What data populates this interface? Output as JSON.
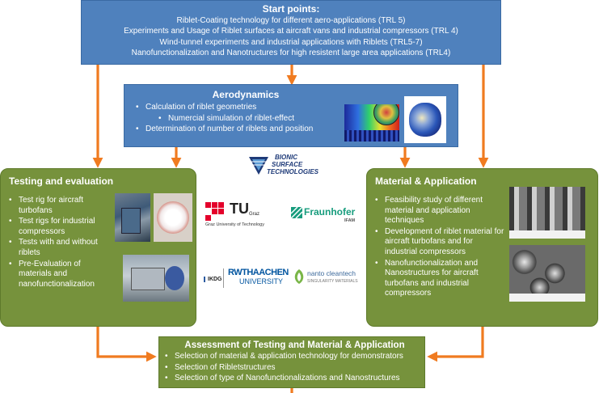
{
  "start": {
    "title": "Start points:",
    "lines": [
      "Riblet-Coating technology for different aero-applications (TRL 5)",
      "Experiments and Usage of Riblet surfaces at aircraft vans and industrial compressors (TRL 4)",
      "Wind-tunnel experiments and industrial applications with Riblets (TRL5-7)",
      "Nanofunctionalization and Nanotructures for high resistent large area applications (TRL4)"
    ]
  },
  "aero": {
    "title": "Aerodynamics",
    "items": [
      "Calculation of riblet geometries",
      "Numercial simulation of riblet-effect",
      "Determination of number of riblets and position"
    ]
  },
  "testing": {
    "title": "Testing and evaluation",
    "items": [
      "Test rig for aircraft turbofans",
      "Test rigs for industrial compressors",
      "Tests with and without riblets",
      "Pre-Evaluation of materials and nanofunctionalization"
    ]
  },
  "material": {
    "title": "Material & Application",
    "items": [
      "Feasibility study of different material and application techniques",
      "Development of riblet material for aircraft turbofans and for industrial compressors",
      "Nanofunctionalization and Nanostructures for aircraft turbofans and industrial compressors"
    ]
  },
  "assessment": {
    "title": "Assessment of Testing and Material & Application",
    "items": [
      "Selection of material & application technology for demonstrators",
      "Selection of Ribletstructures",
      "Selection of type of Nanofunctionalizations and Nanostructures"
    ]
  },
  "logos": {
    "bionic": [
      "BIONIC",
      "SURFACE",
      "TECHNOLOGIES"
    ],
    "tu": "TU",
    "tu_graz": "Graz",
    "tu_sub": "Graz University of Technology",
    "fraunhofer": "Fraunhofer",
    "fraunhofer_sub": "IFAM",
    "ikdg": "IKDG",
    "rwth_1": "RWTHAACHEN",
    "rwth_2": "UNIVERSITY",
    "nanto": "nanto cleantech",
    "nanto_sub": "SINGULARITY MATERIALS"
  },
  "colors": {
    "blue_box": "#4f81bd",
    "green_box": "#76923c",
    "arrow": "#f07b20"
  }
}
